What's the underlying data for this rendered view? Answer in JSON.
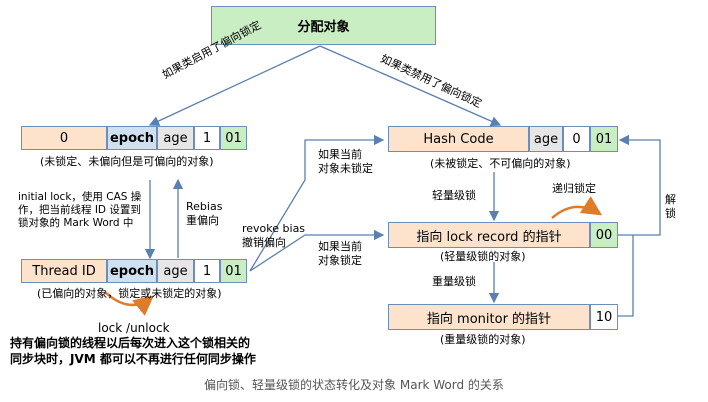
{
  "top_node": {
    "label": "分配对象"
  },
  "left_branch": {
    "label": "如果类启用了偏向锁定"
  },
  "right_branch": {
    "label": "如果类禁用了偏向锁定"
  },
  "unlocked_biasable": {
    "cells": [
      "0",
      "epoch",
      "age",
      "1",
      "01"
    ],
    "caption": "(未锁定、未偏向但是可偏向的对象)"
  },
  "biased": {
    "cells": [
      "Thread ID",
      "epoch",
      "age",
      "1",
      "01"
    ],
    "caption": "(已偏向的对象，锁定或未锁定的对象)"
  },
  "unlocked_nonbiasable": {
    "cells": [
      "Hash Code",
      "age",
      "0",
      "01"
    ],
    "caption": "(未被锁定、不可偏向的对象)"
  },
  "lightweight": {
    "cells": [
      "指向 lock record 的指针",
      "00"
    ],
    "caption": "(轻量级锁的对象)"
  },
  "heavyweight": {
    "cells": [
      "指向 monitor 的指针",
      "10"
    ],
    "caption": "(重量级锁的对象)"
  },
  "labels": {
    "initial_lock": "initial lock，使用 CAS 操\n作，把当前线程 ID 设置到\n锁对象的 Mark Word 中",
    "rebias": "Rebias\n重偏向",
    "revoke": "revoke bias\n撤销偏向",
    "if_unlocked": "如果当前\n对象未锁定",
    "if_locked": "如果当前\n对象锁定",
    "lightweight_lock": "轻量级锁",
    "recursive_lock": "递归锁定",
    "heavyweight_lock": "重量级锁",
    "unlock": "解\n锁",
    "lock_unlock": "lock /unlock",
    "note": "持有偏向锁的线程以后每次进入这个锁相关的\n同步块时，JVM 都可以不再进行任何同步操作"
  },
  "caption": "偏向锁、轻量级锁的状态转化及对象 Mark Word 的关系"
}
